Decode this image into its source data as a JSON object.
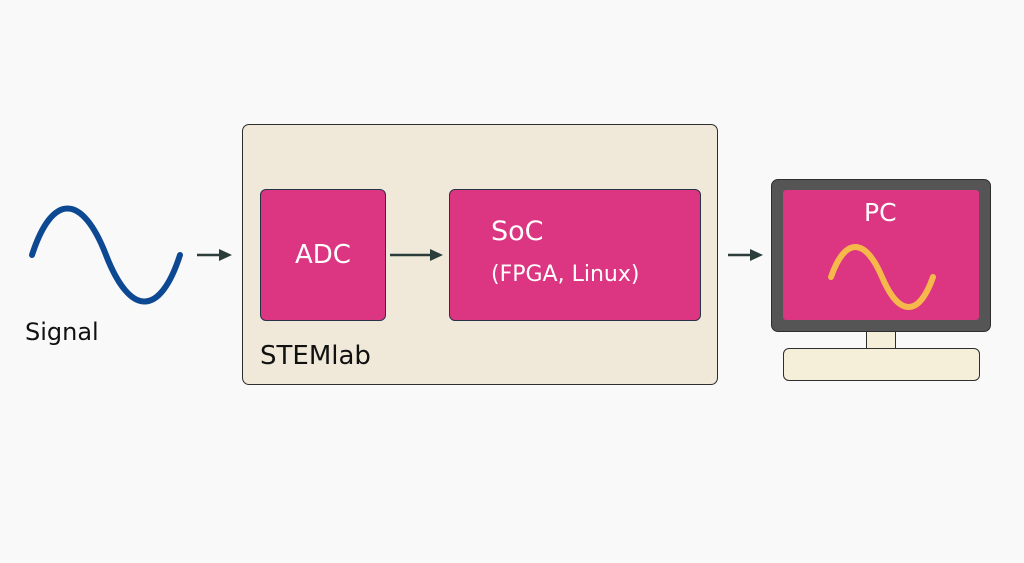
{
  "signal": {
    "label": "Signal"
  },
  "stemlab": {
    "label": "STEMlab",
    "adc": {
      "label": "ADC"
    },
    "soc": {
      "label": "SoC",
      "sublabel": "(FPGA, Linux)"
    }
  },
  "pc": {
    "label": "PC"
  },
  "colors": {
    "block": "#dc3581",
    "stemlab_background": "#f0e9d9",
    "input_wave": "#0d4893",
    "output_wave": "#f7b84b",
    "arrow": "#2a3d3a"
  },
  "icons": {
    "input_signal": "sine-wave-icon",
    "output_signal": "sine-wave-icon",
    "pc": "monitor-icon"
  }
}
